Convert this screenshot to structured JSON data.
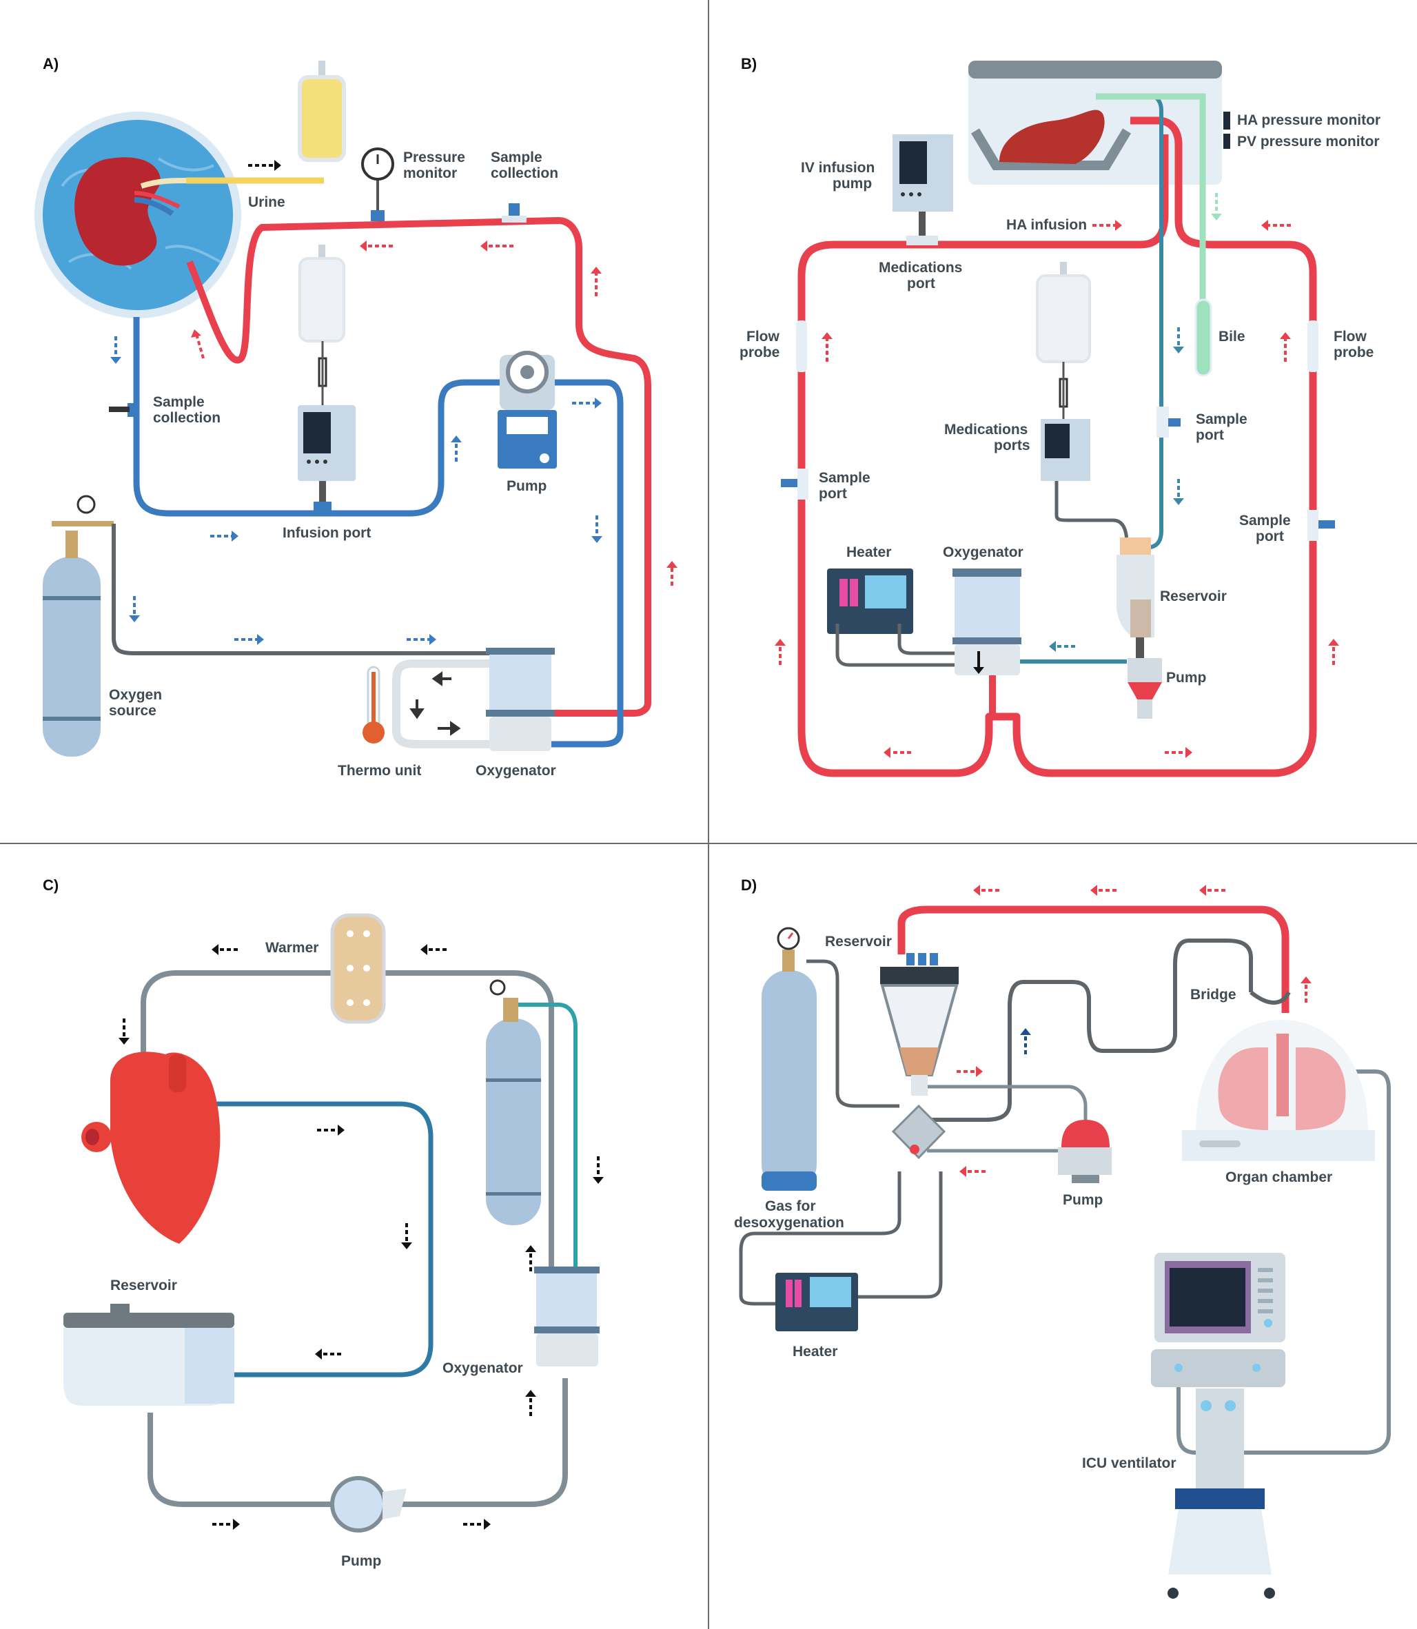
{
  "figure": {
    "panels": [
      {
        "id": "A",
        "label": "A)",
        "labels": [
          "Urine",
          "Pressure",
          "monitor",
          "Sample",
          "collection",
          "Sample",
          "collection",
          "Infusion port",
          "Pump",
          "Oxygen",
          "source",
          "Thermo unit",
          "Oxygenator"
        ]
      },
      {
        "id": "B",
        "label": "B)",
        "labels": [
          "HA pressure monitor",
          "PV pressure monitor",
          "IV infusion",
          "pump",
          "HA infusion",
          "Medications",
          "port",
          "Flow",
          "probe",
          "Flow",
          "probe",
          "Bile",
          "Sample",
          "port",
          "Medications",
          "ports",
          "Sample",
          "port",
          "Sample",
          "port",
          "Heater",
          "Oxygenator",
          "Reservoir",
          "Pump"
        ]
      },
      {
        "id": "C",
        "label": "C)",
        "labels": [
          "Warmer",
          "Reservoir",
          "Oxygenator",
          "Pump"
        ]
      },
      {
        "id": "D",
        "label": "D)",
        "labels": [
          "Reservoir",
          "Bridge",
          "Gas for",
          "desoxygenation",
          "Organ chamber",
          "Pump",
          "Heater",
          "ICU ventilator"
        ]
      }
    ]
  },
  "colors": {
    "arterial": "#e8414d",
    "venous": "#3a7bbf",
    "tubing_gray": "#5f6468",
    "tubing_slate": "#7e8d96",
    "teal": "#2ba3a8",
    "bile": "#9fe0bd",
    "urine": "#f4e07b",
    "divider": "#6b6b6b"
  }
}
